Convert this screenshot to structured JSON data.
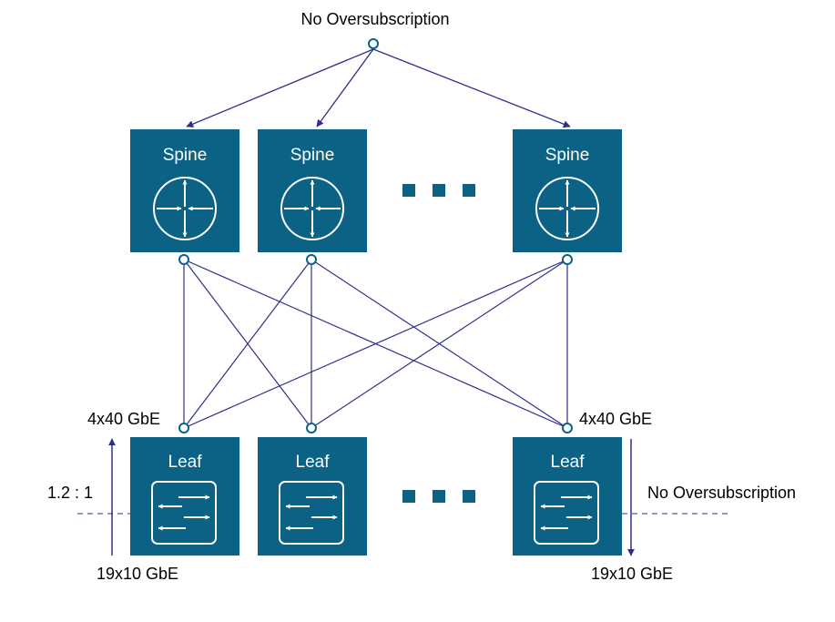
{
  "colors": {
    "box": "#0b6284",
    "line": "#2e2f8a",
    "icon": "#ffffff",
    "background": "#ffffff"
  },
  "top_label": "No Oversubscription",
  "spines": [
    {
      "label": "Spine",
      "icon": "router-icon"
    },
    {
      "label": "Spine",
      "icon": "router-icon"
    },
    {
      "label": "Spine",
      "icon": "router-icon"
    }
  ],
  "leaves": [
    {
      "label": "Leaf",
      "icon": "switch-icon"
    },
    {
      "label": "Leaf",
      "icon": "switch-icon"
    },
    {
      "label": "Leaf",
      "icon": "switch-icon"
    }
  ],
  "left_leaf": {
    "uplink_label": "4x40 GbE",
    "ratio_label": "1.2 : 1",
    "downlink_label": "19x10 GbE"
  },
  "right_leaf": {
    "uplink_label": "4x40 GbE",
    "oversubscription_label": "No Oversubscription",
    "downlink_label": "19x10 GbE"
  }
}
